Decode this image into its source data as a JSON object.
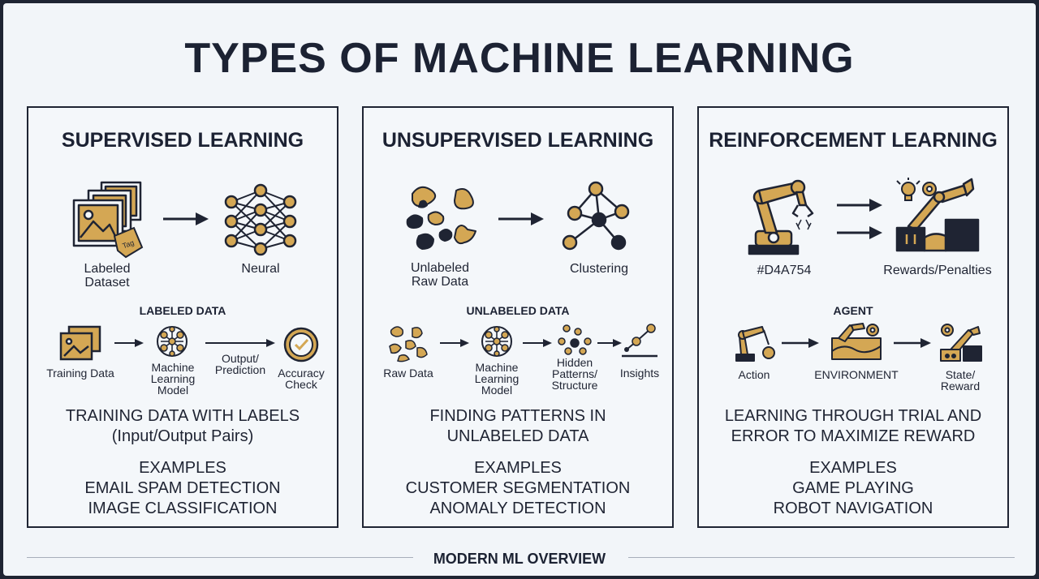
{
  "title": "TYPES OF MACHINE LEARNING",
  "footer": "MODERN ML OVERVIEW",
  "colors": {
    "gold": "#D4A754",
    "navy": "#1F2433",
    "background": "#F2F5F9"
  },
  "panels": {
    "supervised": {
      "title": "SUPERVISED LEARNING",
      "top_left_label": "Labeled\nDataset",
      "top_right_label": "Neural",
      "tag_text": "Tag",
      "subheading": "LABELED DATA",
      "flow": [
        "Training Data",
        "Machine\nLearning\nModel",
        "Output/\nPrediction",
        "Accuracy\nCheck"
      ],
      "description": [
        "TRAINING DATA WITH LABELS",
        "(Input/Output Pairs)"
      ],
      "examples_heading": "EXAMPLES",
      "examples": [
        "EMAIL SPAM DETECTION",
        "IMAGE CLASSIFICATION"
      ]
    },
    "unsupervised": {
      "title": "UNSUPERVISED LEARNING",
      "top_left_label": "Unlabeled\nRaw Data",
      "top_right_label": "Clustering",
      "subheading": "UNLABELED DATA",
      "flow": [
        "Raw Data",
        "Machine\nLearning\nModel",
        "Hidden\nPatterns/\nStructure",
        "Insights"
      ],
      "description": [
        "FINDING PATTERNS IN",
        "UNLABELED DATA"
      ],
      "examples_heading": "EXAMPLES",
      "examples": [
        "CUSTOMER SEGMENTATION",
        "ANOMALY DETECTION"
      ]
    },
    "reinforcement": {
      "title": "REINFORCEMENT LEARNING",
      "top_left_label": "#D4A754",
      "top_right_label": "Rewards/Penalties",
      "subheading": "AGENT",
      "flow": [
        "Action",
        "ENVIRONMENT",
        "State/\nReward"
      ],
      "description": [
        "LEARNING THROUGH TRIAL AND",
        "ERROR TO MAXIMIZE REWARD"
      ],
      "examples_heading": "EXAMPLES",
      "examples": [
        "GAME PLAYING",
        "ROBOT NAVIGATION"
      ]
    }
  }
}
